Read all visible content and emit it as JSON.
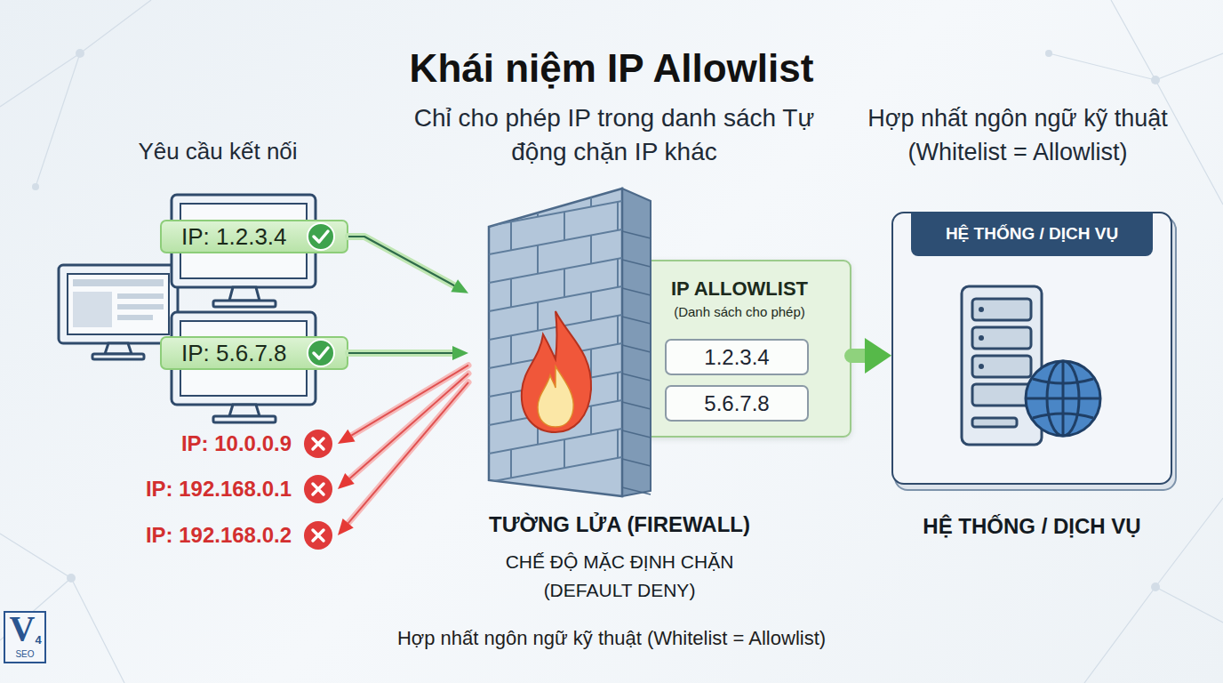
{
  "diagram": {
    "title": "Khái niệm IP Allowlist",
    "caption": "Hợp nhất ngôn ngữ kỹ thuật (Whitelist = Allowlist)",
    "nodes": [
      {
        "text": [
          "IP: 1.2.3.4"
        ]
      },
      {
        "text": [
          "IP: 5.6.7.8"
        ]
      },
      {
        "text": [
          "IP: 10.0.0.9"
        ]
      },
      {
        "text": [
          "IP: 192.168.0.1"
        ]
      },
      {
        "text": [
          "IP: 192.168.0.2"
        ]
      },
      {
        "text": [
          "TƯỜNG LỬA (FIREWALL)",
          "CHẾ ĐỘ MẶC ĐỊNH CHẶN (DEFAULT DENY)"
        ]
      },
      {
        "text": [
          "IP ALLOWLIST",
          "(Danh sách cho phép)"
        ]
      },
      {
        "text": [
          "1.2.3.4"
        ],
        "in": 6
      },
      {
        "text": [
          "5.6.7.8"
        ],
        "in": 6
      },
      {
        "text": [
          "HỆ THỐNG / DỊCH VỤ",
          "HỆ THỐNG / DỊCH VỤ"
        ]
      }
    ],
    "edges": [
      {
        "from": 0,
        "to": 5,
        "arrow": "to"
      },
      {
        "from": 1,
        "to": 5,
        "arrow": "to"
      },
      {
        "from": 5,
        "to": 2,
        "arrow": "to"
      },
      {
        "from": 5,
        "to": 3,
        "arrow": "to"
      },
      {
        "from": 5,
        "to": 4,
        "arrow": "to"
      },
      {
        "from": 6,
        "to": 9,
        "arrow": "to"
      }
    ],
    "labels": [
      "Chỉ cho phép IP trong danh sách Tự động chặn IP khác",
      "Hợp nhất ngôn ngữ kỹ thuật (Whitelist = Allowlist)",
      "Yêu cầu kết nối",
      "V",
      "4",
      "SEO"
    ]
  }
}
